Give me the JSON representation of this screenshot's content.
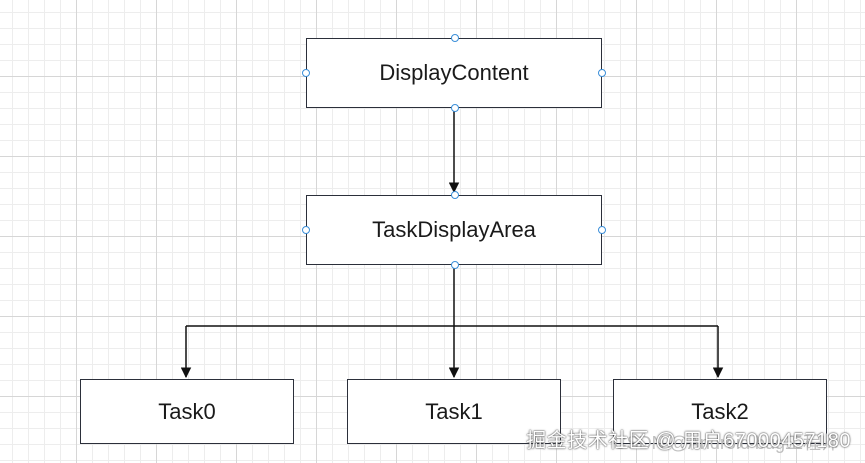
{
  "diagram": {
    "nodes": {
      "display_content": "DisplayContent",
      "task_display_area": "TaskDisplayArea",
      "task0": "Task0",
      "task1": "Task1",
      "task2": "Task2"
    },
    "edges": [
      {
        "from": "DisplayContent",
        "to": "TaskDisplayArea"
      },
      {
        "from": "TaskDisplayArea",
        "to": "Task0"
      },
      {
        "from": "TaskDisplayArea",
        "to": "Task1"
      },
      {
        "from": "TaskDisplayArea",
        "to": "Task2"
      }
    ]
  },
  "colors": {
    "node_border": "#2b2f3a",
    "handle": "#3b8fd9",
    "grid": "#d6d6d6"
  },
  "watermark": {
    "front": "掘金技术社区 @ 用户67000457180",
    "back": "CSDN @Android bug工程师"
  }
}
